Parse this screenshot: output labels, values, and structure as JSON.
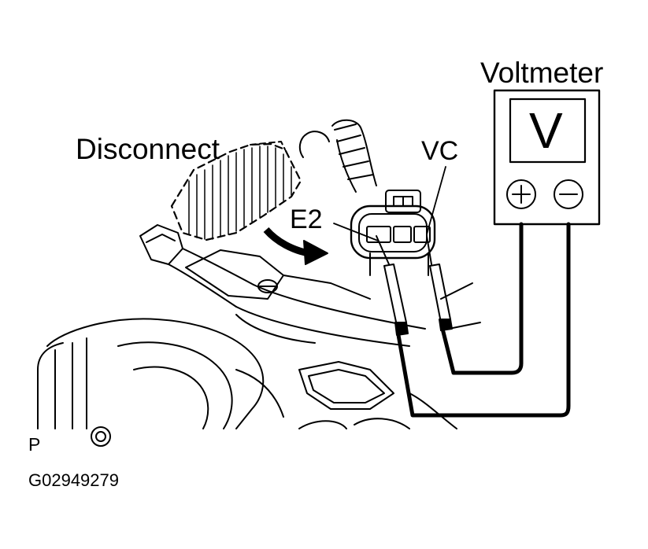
{
  "labels": {
    "disconnect": "Disconnect",
    "voltmeter": "Voltmeter",
    "terminal_vc": "VC",
    "terminal_e2": "E2",
    "meter_display": "V",
    "corner_mark": "P",
    "figure_code": "G02949279"
  },
  "colors": {
    "line": "#000000",
    "background": "#ffffff"
  },
  "icons": {
    "arrow": "curved-arrow-icon",
    "plus": "plus-terminal-icon",
    "minus": "minus-terminal-icon"
  }
}
